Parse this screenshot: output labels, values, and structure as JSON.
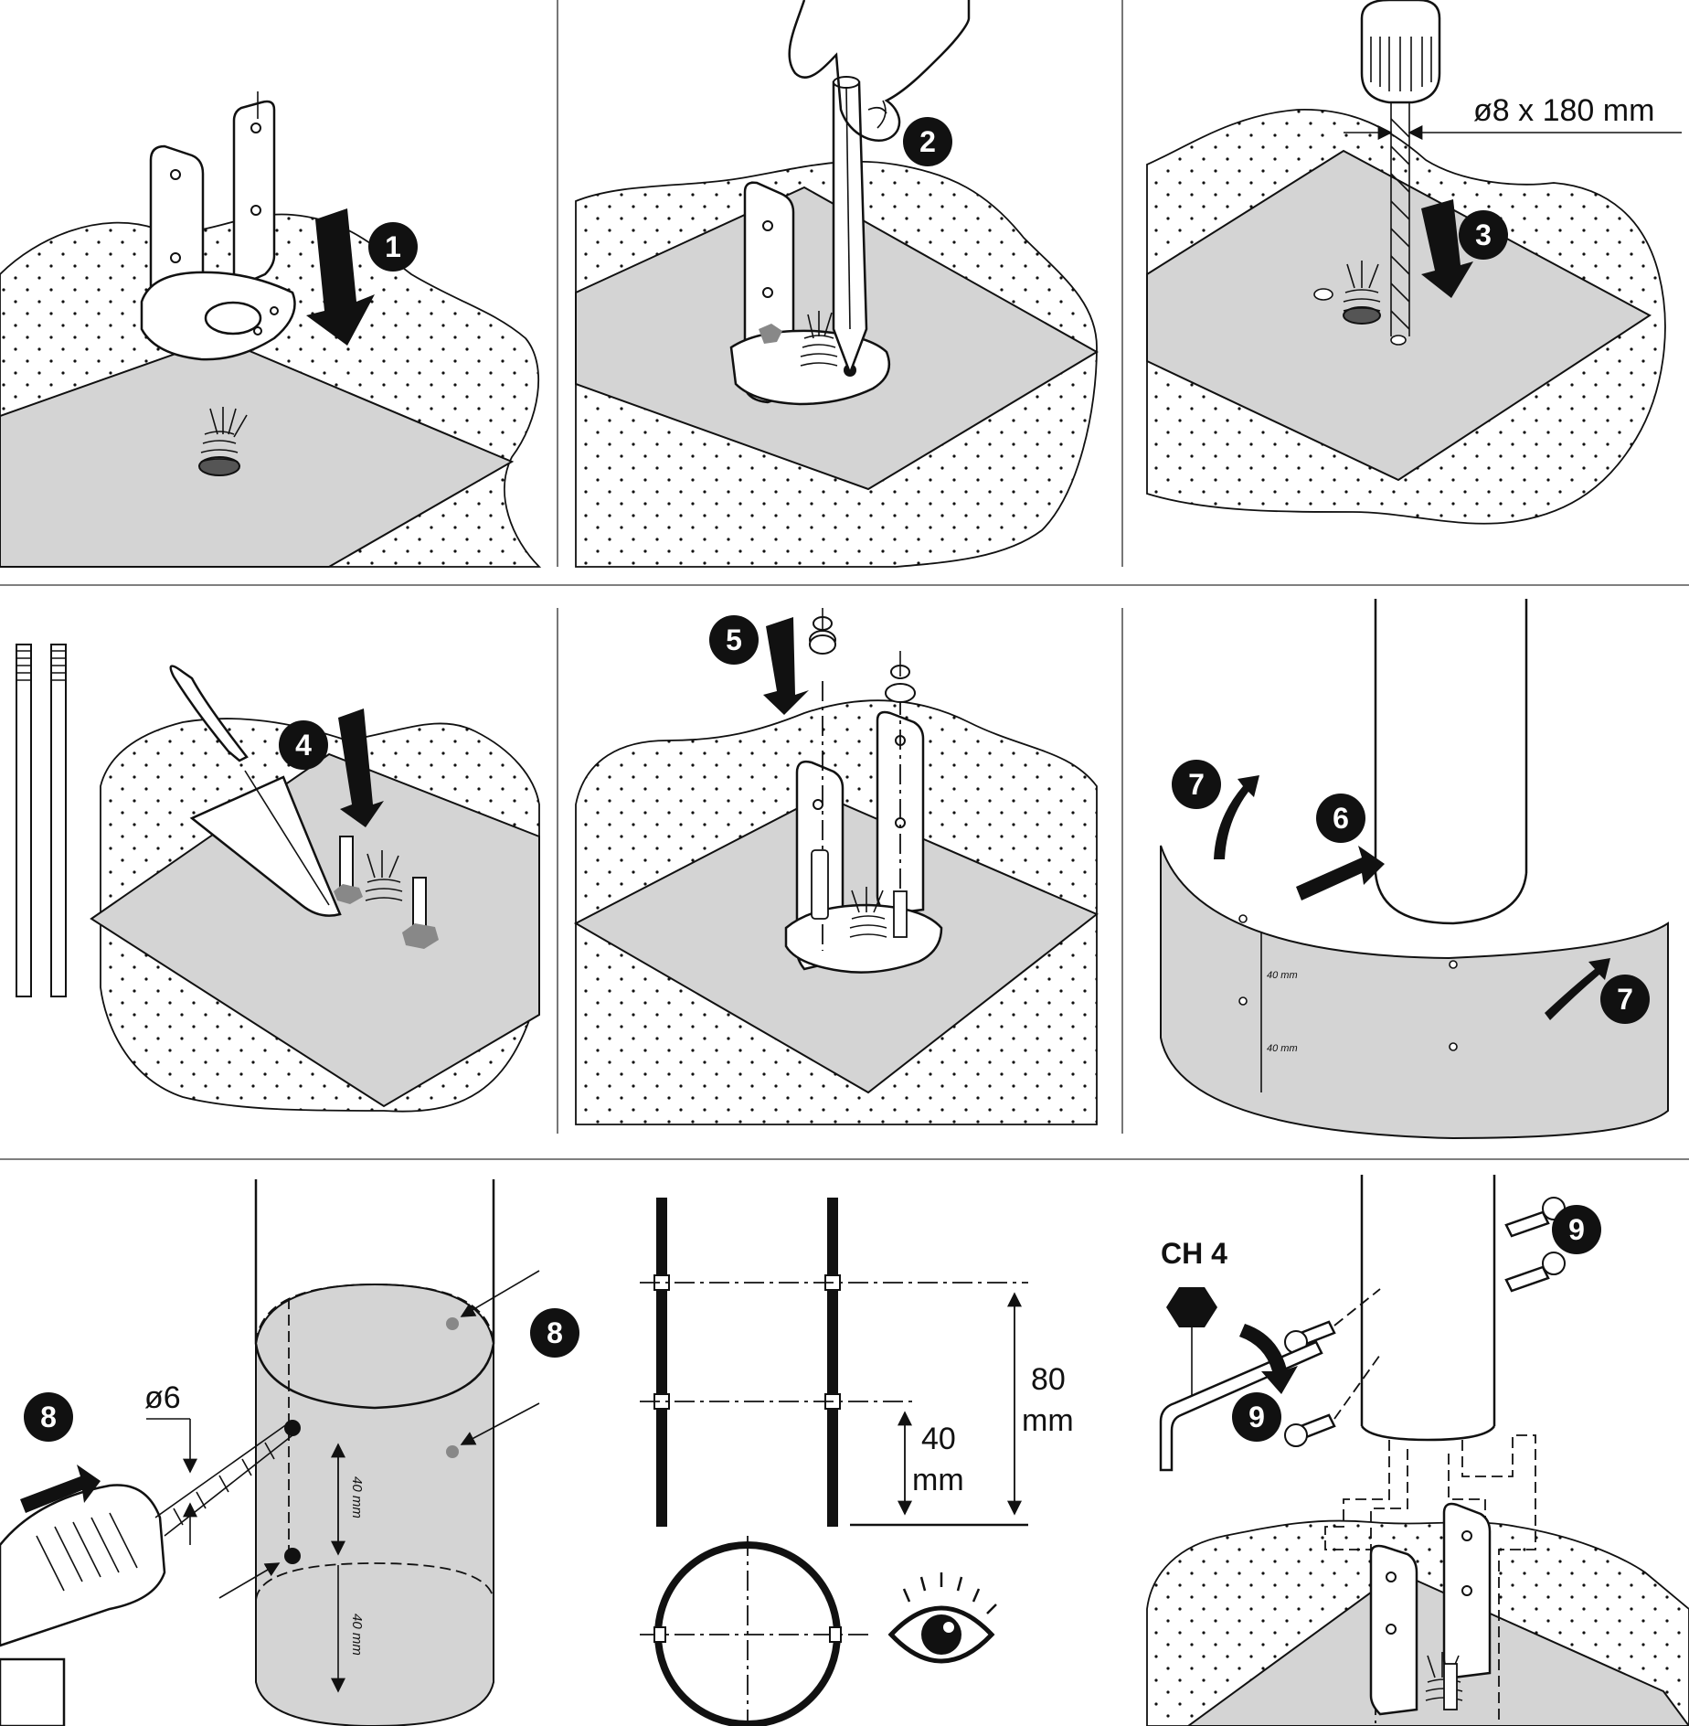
{
  "steps": {
    "s1": "1",
    "s2": "2",
    "s3": "3",
    "s4": "4",
    "s5": "5",
    "s6": "6",
    "s7": "7",
    "s8": "8",
    "s9": "9"
  },
  "labels": {
    "drill_spec": "ø8 x 180 mm",
    "drill_bit_small": "ø6",
    "dim_40_side_a": "40 mm",
    "dim_40_side_b": "40 mm",
    "dim_80_num": "80",
    "dim_80_unit": "mm",
    "dim_40_num": "40",
    "dim_40_unit": "mm",
    "hex_key": "CH 4",
    "sheet_dim_a": "40 mm",
    "sheet_dim_b": "40 mm"
  },
  "icons": [
    "bracket-icon",
    "pencil-icon",
    "drill-icon",
    "trowel-icon",
    "nut-washer-icon",
    "pole-icon",
    "eye-icon",
    "hex-key-icon",
    "screw-icon"
  ],
  "colors": {
    "ink": "#111111",
    "panel_gray": "#d4d4d4",
    "divider": "#555555"
  }
}
